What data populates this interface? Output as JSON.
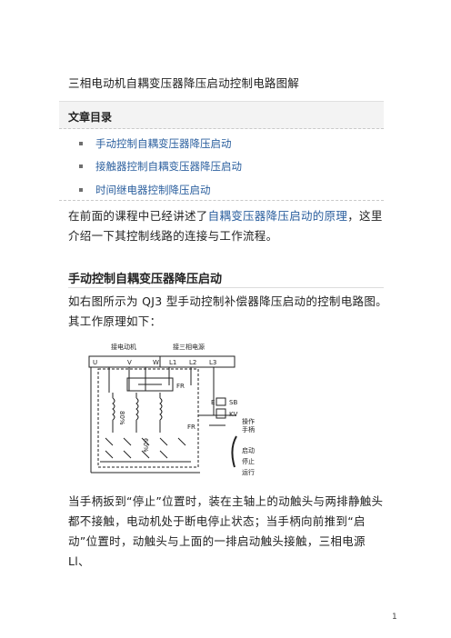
{
  "title": "三相电动机自耦变压器降压启动控制电路图解",
  "toc": {
    "heading": "文章目录",
    "items": [
      "手动控制自耦变压器降压启动",
      "接触器控制自耦变压器降压启动",
      "时间继电器控制降压启动"
    ]
  },
  "intro": {
    "before": "在前面的课程中已经讲述了",
    "link": "自耦变压器降压启动的原理",
    "after": "，这里介绍一下其控制线路的连接与工作流程。"
  },
  "section1": {
    "heading": "手动控制自耦变压器降压启动",
    "para1": "如右图所示为 QJ3 型手动控制补偿器降压启动的控制电路图。其工作原理如下：",
    "para2": "当手柄扳到“停止”位置时，装在主轴上的动触头与两排静触头都不接触，电动机处于断电停止状态；当手柄向前推到“启动”位置时，动触头与上面的一排启动触头接触，三相电源 Ll、"
  },
  "diagram": {
    "labels": {
      "motor": "接电动机",
      "supply": "接三相电源",
      "u": "U",
      "v": "V",
      "w": "W",
      "l1": "L1",
      "l2": "L2",
      "l3": "L3",
      "fr_top": "FR",
      "fr_bottom": "FR",
      "sb": "SB",
      "kv": "KV",
      "e": "E",
      "pct80": "80%",
      "pct60": "60%",
      "operate1": "操作",
      "operate2": "手柄",
      "start": "启动",
      "stop": "停止",
      "run": "运行"
    }
  },
  "page_number": "1"
}
